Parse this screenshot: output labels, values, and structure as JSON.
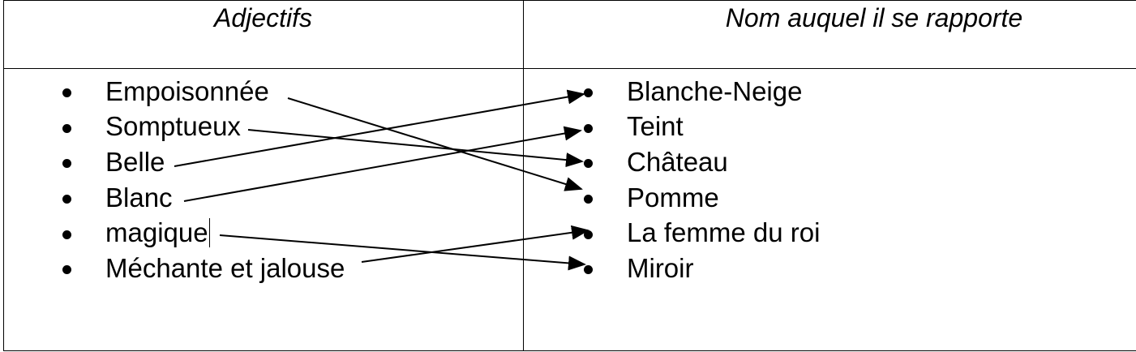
{
  "table": {
    "headers": [
      "Adjectifs",
      "Nom auquel il se rapporte"
    ],
    "adjectives": [
      "Empoisonnée",
      "Somptueux",
      "Belle",
      "Blanc",
      "magique",
      "Méchante et jalouse"
    ],
    "nouns": [
      "Blanche-Neige",
      "Teint",
      "Château",
      "Pomme",
      "La femme du roi",
      "Miroir"
    ]
  },
  "links": [
    {
      "from": "Empoisonnée",
      "to": "Pomme"
    },
    {
      "from": "Somptueux",
      "to": "Château"
    },
    {
      "from": "Belle",
      "to": "Blanche-Neige"
    },
    {
      "from": "Blanc",
      "to": "Teint"
    },
    {
      "from": "magique",
      "to": "Miroir"
    },
    {
      "from": "Méchante et jalouse",
      "to": "La femme du roi"
    }
  ],
  "colors": {
    "ink": "#000000",
    "background": "#ffffff"
  }
}
